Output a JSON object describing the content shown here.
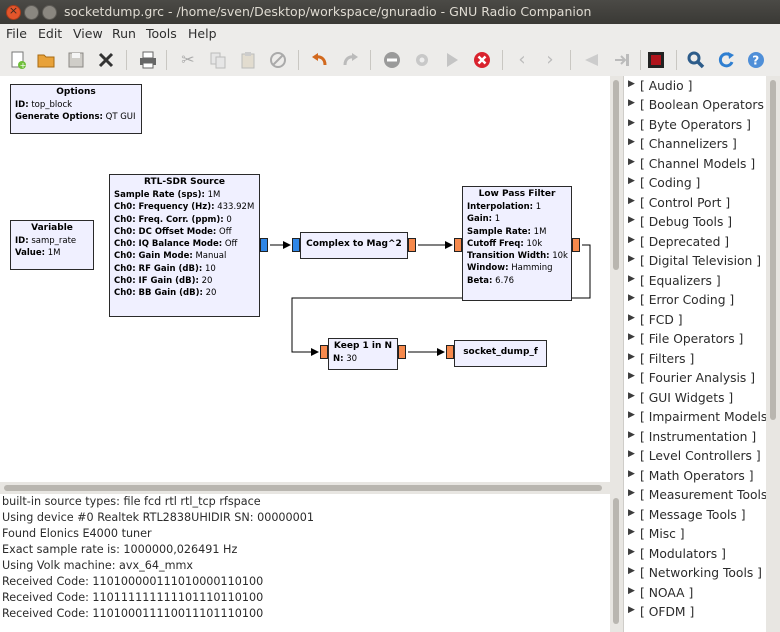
{
  "window": {
    "title": "socketdump.grc - /home/sven/Desktop/workspace/gnuradio - GNU Radio Companion"
  },
  "menu": [
    "File",
    "Edit",
    "View",
    "Run",
    "Tools",
    "Help"
  ],
  "toolbar": {
    "icons": [
      "new-icon",
      "open-icon",
      "save-icon",
      "close-icon",
      "print-icon",
      "cut-icon",
      "copy-icon",
      "paste-icon",
      "delete-icon",
      "undo-icon",
      "redo-icon",
      "disable-icon",
      "generate-icon",
      "execute-icon",
      "kill-icon",
      "rotate-ccw-icon",
      "rotate-cw-icon",
      "enable-icon",
      "bypass-icon",
      "errors-icon",
      "find-icon",
      "reload-icon",
      "help-icon"
    ]
  },
  "blocks": {
    "options": {
      "title": "Options",
      "rows": [
        [
          "ID:",
          "top_block"
        ],
        [
          "Generate Options:",
          "QT GUI"
        ]
      ]
    },
    "variable": {
      "title": "Variable",
      "rows": [
        [
          "ID:",
          "samp_rate"
        ],
        [
          "Value:",
          "1M"
        ]
      ]
    },
    "rtlsdr": {
      "title": "RTL-SDR Source",
      "rows": [
        [
          "Sample Rate (sps):",
          "1M"
        ],
        [
          "Ch0: Frequency (Hz):",
          "433.92M"
        ],
        [
          "Ch0: Freq. Corr. (ppm):",
          "0"
        ],
        [
          "Ch0: DC Offset Mode:",
          "Off"
        ],
        [
          "Ch0: IQ Balance Mode:",
          "Off"
        ],
        [
          "Ch0: Gain Mode:",
          "Manual"
        ],
        [
          "Ch0: RF Gain (dB):",
          "10"
        ],
        [
          "Ch0: IF Gain (dB):",
          "20"
        ],
        [
          "Ch0: BB Gain (dB):",
          "20"
        ]
      ]
    },
    "complex": {
      "title": "Complex to Mag^2"
    },
    "lpf": {
      "title": "Low Pass Filter",
      "rows": [
        [
          "Interpolation:",
          "1"
        ],
        [
          "Gain:",
          "1"
        ],
        [
          "Sample Rate:",
          "1M"
        ],
        [
          "Cutoff Freq:",
          "10k"
        ],
        [
          "Transition Width:",
          "10k"
        ],
        [
          "Window:",
          "Hamming"
        ],
        [
          "Beta:",
          "6.76"
        ]
      ]
    },
    "keep": {
      "title": "Keep 1 in N",
      "rows": [
        [
          "N:",
          "30"
        ]
      ]
    },
    "sink": {
      "title": "socket_dump_f"
    }
  },
  "console": [
    "built-in source types: file fcd rtl rtl_tcp rfspace",
    "Using device #0 Realtek RTL2838UHIDIR SN: 00000001",
    "Found Elonics E4000 tuner",
    "Exact sample rate is: 1000000,026491 Hz",
    "Using Volk machine: avx_64_mmx",
    "Received Code: 110100000111010000110100",
    "Received Code: 110111111111101110110100",
    "Received Code: 110100011110011101110100"
  ],
  "tree": [
    "[ Audio ]",
    "[ Boolean Operators ]",
    "[ Byte Operators ]",
    "[ Channelizers ]",
    "[ Channel Models ]",
    "[ Coding ]",
    "[ Control Port ]",
    "[ Debug Tools ]",
    "[ Deprecated ]",
    "[ Digital Television ]",
    "[ Equalizers ]",
    "[ Error Coding ]",
    "[ FCD ]",
    "[ File Operators ]",
    "[ Filters ]",
    "[ Fourier Analysis ]",
    "[ GUI Widgets ]",
    "[ Impairment Models ]",
    "[ Instrumentation ]",
    "[ Level Controllers ]",
    "[ Math Operators ]",
    "[ Measurement Tools ]",
    "[ Message Tools ]",
    "[ Misc ]",
    "[ Modulators ]",
    "[ Networking Tools ]",
    "[ NOAA ]",
    "[ OFDM ]"
  ],
  "colors": {
    "port_float": "#f6894c",
    "port_complex": "#2f86e6",
    "close_button": "#e3552b",
    "block_bg": "#f0f0ff"
  }
}
